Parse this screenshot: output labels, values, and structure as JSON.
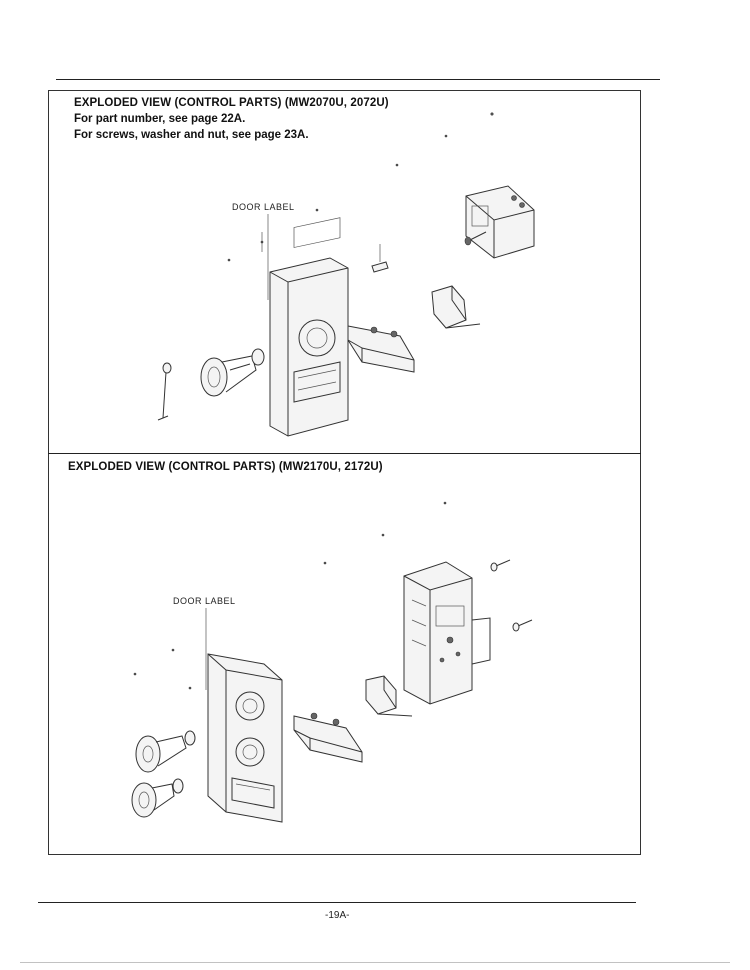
{
  "section_top": {
    "title": "EXPLODED VIEW (CONTROL PARTS) (MW2070U, 2072U)",
    "notes": [
      "For part number, see page 22A.",
      "For screws, washer and nut, see page 23A."
    ],
    "callout": "DOOR LABEL"
  },
  "section_bottom": {
    "title": "EXPLODED VIEW (CONTROL PARTS) (MW2170U, 2172U)",
    "callout": "DOOR LABEL"
  },
  "footer": {
    "page_number": "-19A-"
  }
}
